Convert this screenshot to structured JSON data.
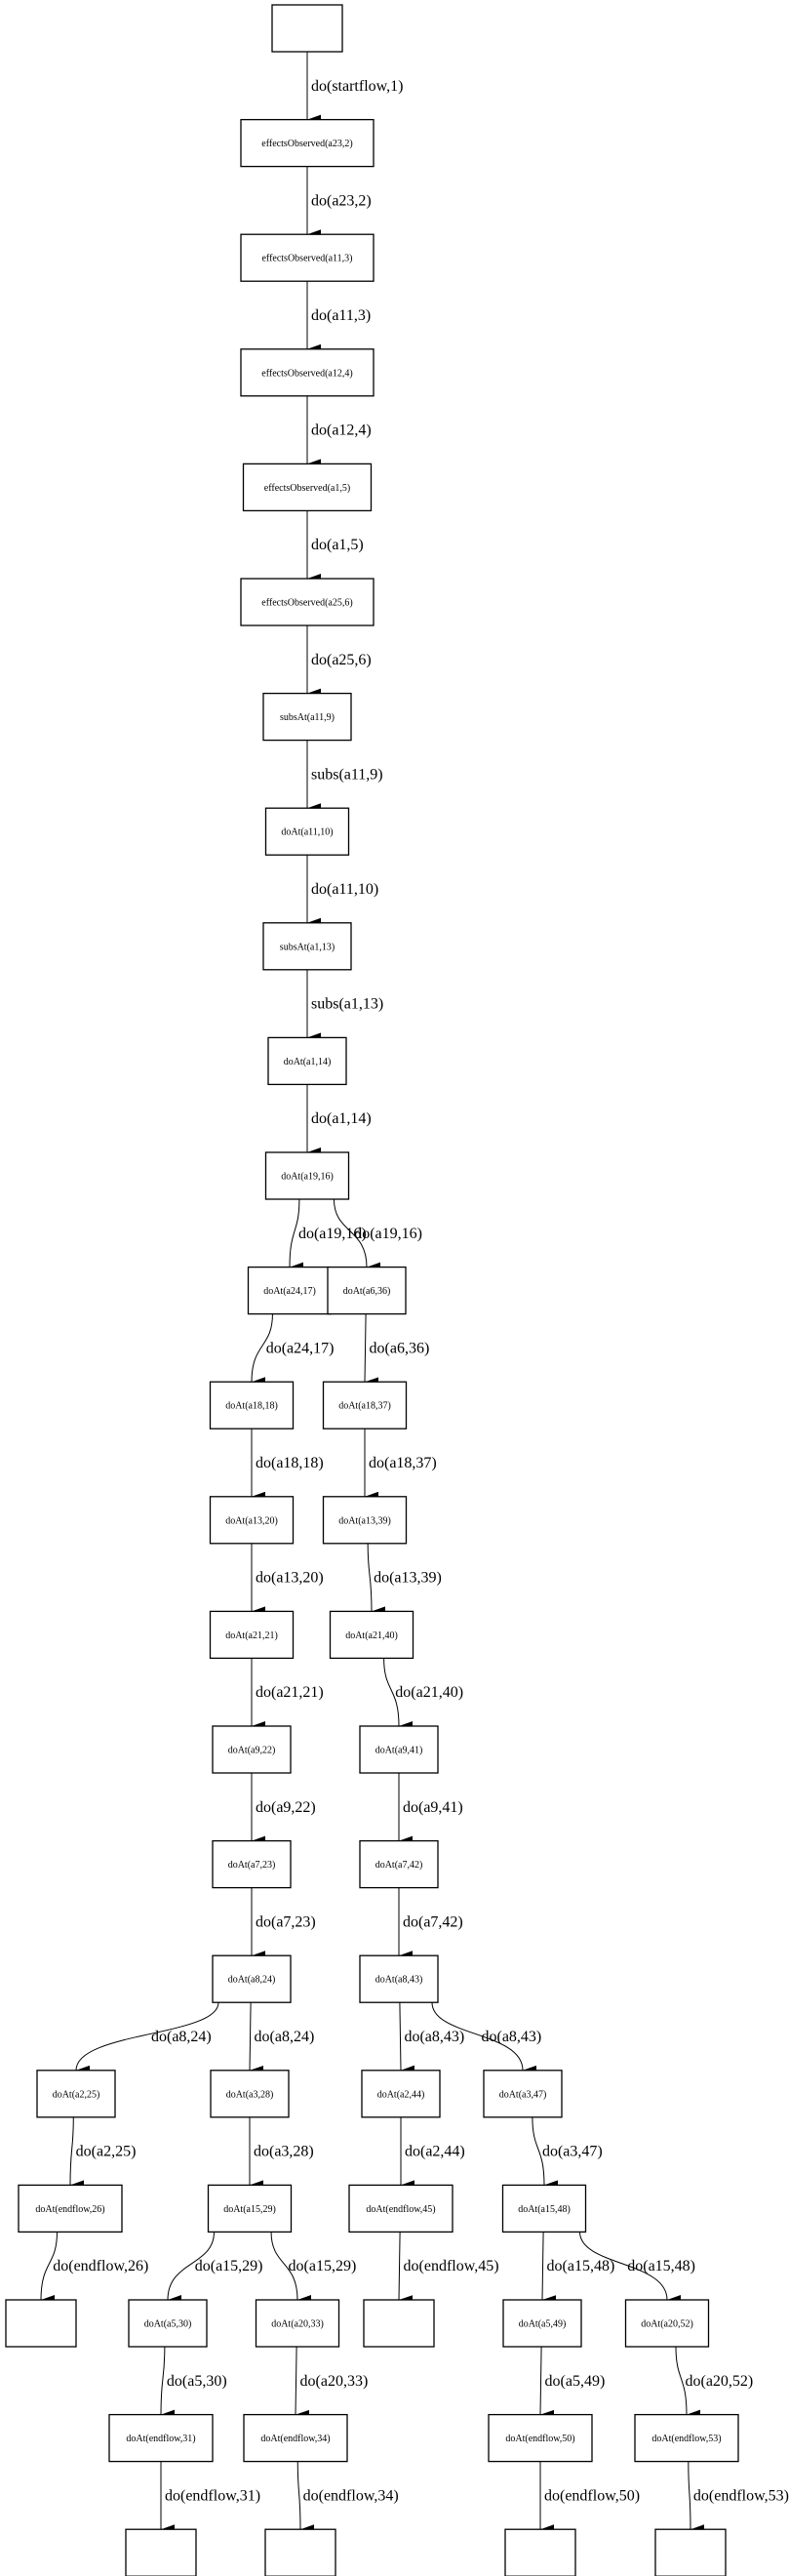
{
  "nodes": [
    {
      "id": "n0",
      "label": ""
    },
    {
      "id": "n1",
      "label": "effectsObserved(a23,2)"
    },
    {
      "id": "n2",
      "label": "effectsObserved(a11,3)"
    },
    {
      "id": "n3",
      "label": "effectsObserved(a12,4)"
    },
    {
      "id": "n4",
      "label": "effectsObserved(a1,5)"
    },
    {
      "id": "n5",
      "label": "effectsObserved(a25,6)"
    },
    {
      "id": "n6",
      "label": "subsAt(a11,9)"
    },
    {
      "id": "n7",
      "label": "doAt(a11,10)"
    },
    {
      "id": "n8",
      "label": "subsAt(a1,13)"
    },
    {
      "id": "n9",
      "label": "doAt(a1,14)"
    },
    {
      "id": "n10",
      "label": "doAt(a19,16)"
    },
    {
      "id": "L11",
      "label": "doAt(a24,17)"
    },
    {
      "id": "L12",
      "label": "doAt(a18,18)"
    },
    {
      "id": "L13",
      "label": "doAt(a13,20)"
    },
    {
      "id": "L14",
      "label": "doAt(a21,21)"
    },
    {
      "id": "L15",
      "label": "doAt(a9,22)"
    },
    {
      "id": "L16",
      "label": "doAt(a7,23)"
    },
    {
      "id": "L17",
      "label": "doAt(a8,24)"
    },
    {
      "id": "R11",
      "label": "doAt(a6,36)"
    },
    {
      "id": "R12",
      "label": "doAt(a18,37)"
    },
    {
      "id": "R13",
      "label": "doAt(a13,39)"
    },
    {
      "id": "R14",
      "label": "doAt(a21,40)"
    },
    {
      "id": "R15",
      "label": "doAt(a9,41)"
    },
    {
      "id": "R16",
      "label": "doAt(a7,42)"
    },
    {
      "id": "R17",
      "label": "doAt(a8,43)"
    },
    {
      "id": "A18",
      "label": "doAt(a2,25)"
    },
    {
      "id": "A19",
      "label": "doAt(endflow,26)"
    },
    {
      "id": "A20",
      "label": ""
    },
    {
      "id": "B18",
      "label": "doAt(a3,28)"
    },
    {
      "id": "B19",
      "label": "doAt(a15,29)"
    },
    {
      "id": "B20",
      "label": "doAt(a5,30)"
    },
    {
      "id": "B21",
      "label": "doAt(endflow,31)"
    },
    {
      "id": "B22",
      "label": ""
    },
    {
      "id": "C20",
      "label": "doAt(a20,33)"
    },
    {
      "id": "C21",
      "label": "doAt(endflow,34)"
    },
    {
      "id": "C22",
      "label": ""
    },
    {
      "id": "D18",
      "label": "doAt(a2,44)"
    },
    {
      "id": "D19",
      "label": "doAt(endflow,45)"
    },
    {
      "id": "D20",
      "label": ""
    },
    {
      "id": "E18",
      "label": "doAt(a3,47)"
    },
    {
      "id": "E19",
      "label": "doAt(a15,48)"
    },
    {
      "id": "E20",
      "label": "doAt(a5,49)"
    },
    {
      "id": "E21",
      "label": "doAt(endflow,50)"
    },
    {
      "id": "E22",
      "label": ""
    },
    {
      "id": "F20",
      "label": "doAt(a20,52)"
    },
    {
      "id": "F21",
      "label": "doAt(endflow,53)"
    },
    {
      "id": "F22",
      "label": ""
    }
  ],
  "edges": [
    {
      "from": "n0",
      "to": "n1",
      "label": "do(startflow,1)"
    },
    {
      "from": "n1",
      "to": "n2",
      "label": "do(a23,2)"
    },
    {
      "from": "n2",
      "to": "n3",
      "label": "do(a11,3)"
    },
    {
      "from": "n3",
      "to": "n4",
      "label": "do(a12,4)"
    },
    {
      "from": "n4",
      "to": "n5",
      "label": "do(a1,5)"
    },
    {
      "from": "n5",
      "to": "n6",
      "label": "do(a25,6)"
    },
    {
      "from": "n6",
      "to": "n7",
      "label": "subs(a11,9)"
    },
    {
      "from": "n7",
      "to": "n8",
      "label": "do(a11,10)"
    },
    {
      "from": "n8",
      "to": "n9",
      "label": "subs(a1,13)"
    },
    {
      "from": "n9",
      "to": "n10",
      "label": "do(a1,14)"
    },
    {
      "from": "n10",
      "to": "L11",
      "label": "do(a19,16)"
    },
    {
      "from": "n10",
      "to": "R11",
      "label": "do(a19,16)"
    },
    {
      "from": "L11",
      "to": "L12",
      "label": "do(a24,17)"
    },
    {
      "from": "L12",
      "to": "L13",
      "label": "do(a18,18)"
    },
    {
      "from": "L13",
      "to": "L14",
      "label": "do(a13,20)"
    },
    {
      "from": "L14",
      "to": "L15",
      "label": "do(a21,21)"
    },
    {
      "from": "L15",
      "to": "L16",
      "label": "do(a9,22)"
    },
    {
      "from": "L16",
      "to": "L17",
      "label": "do(a7,23)"
    },
    {
      "from": "L17",
      "to": "A18",
      "label": "do(a8,24)"
    },
    {
      "from": "L17",
      "to": "B18",
      "label": "do(a8,24)"
    },
    {
      "from": "A18",
      "to": "A19",
      "label": "do(a2,25)"
    },
    {
      "from": "A19",
      "to": "A20",
      "label": "do(endflow,26)"
    },
    {
      "from": "B18",
      "to": "B19",
      "label": "do(a3,28)"
    },
    {
      "from": "B19",
      "to": "B20",
      "label": "do(a15,29)"
    },
    {
      "from": "B19",
      "to": "C20",
      "label": "do(a15,29)"
    },
    {
      "from": "B20",
      "to": "B21",
      "label": "do(a5,30)"
    },
    {
      "from": "B21",
      "to": "B22",
      "label": "do(endflow,31)"
    },
    {
      "from": "C20",
      "to": "C21",
      "label": "do(a20,33)"
    },
    {
      "from": "C21",
      "to": "C22",
      "label": "do(endflow,34)"
    },
    {
      "from": "R11",
      "to": "R12",
      "label": "do(a6,36)"
    },
    {
      "from": "R12",
      "to": "R13",
      "label": "do(a18,37)"
    },
    {
      "from": "R13",
      "to": "R14",
      "label": "do(a13,39)"
    },
    {
      "from": "R14",
      "to": "R15",
      "label": "do(a21,40)"
    },
    {
      "from": "R15",
      "to": "R16",
      "label": "do(a9,41)"
    },
    {
      "from": "R16",
      "to": "R17",
      "label": "do(a7,42)"
    },
    {
      "from": "R17",
      "to": "D18",
      "label": "do(a8,43)"
    },
    {
      "from": "R17",
      "to": "E18",
      "label": "do(a8,43)"
    },
    {
      "from": "D18",
      "to": "D19",
      "label": "do(a2,44)"
    },
    {
      "from": "D19",
      "to": "D20",
      "label": "do(endflow,45)"
    },
    {
      "from": "E18",
      "to": "E19",
      "label": "do(a3,47)"
    },
    {
      "from": "E19",
      "to": "E20",
      "label": "do(a15,48)"
    },
    {
      "from": "E19",
      "to": "F20",
      "label": "do(a15,48)"
    },
    {
      "from": "E20",
      "to": "E21",
      "label": "do(a5,49)"
    },
    {
      "from": "E21",
      "to": "E22",
      "label": "do(endflow,50)"
    },
    {
      "from": "F20",
      "to": "F21",
      "label": "do(a20,52)"
    },
    {
      "from": "F21",
      "to": "F22",
      "label": "do(endflow,53)"
    }
  ]
}
